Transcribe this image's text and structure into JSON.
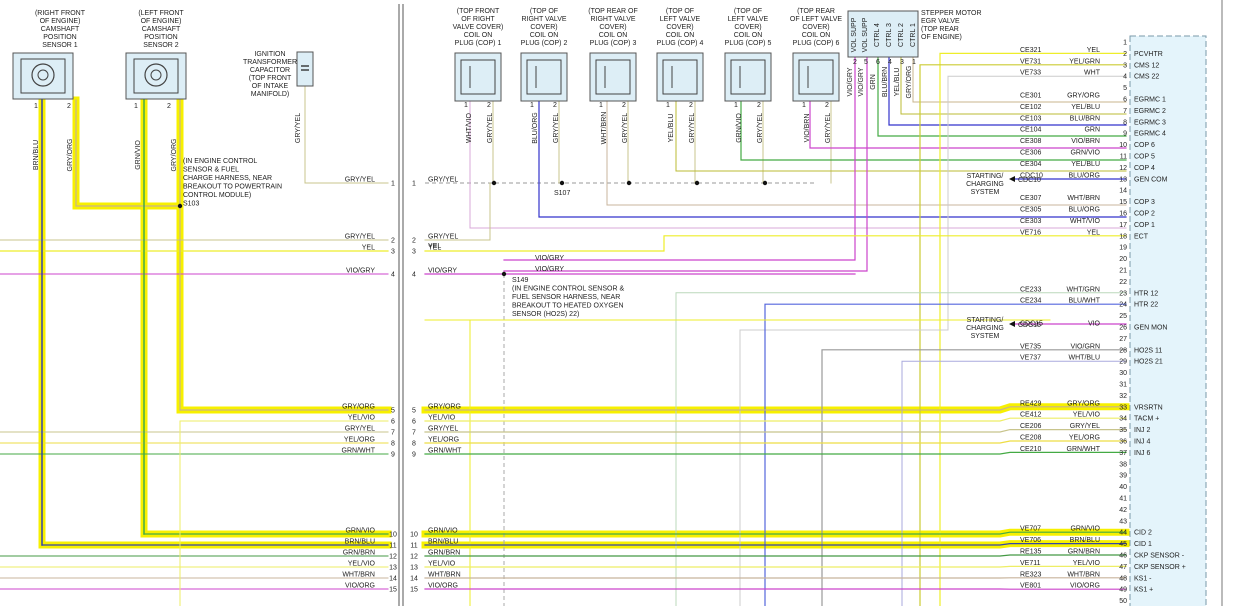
{
  "colors": {
    "YEL": "#eeee2a",
    "GRY/YEL": "#c8c48c",
    "VIO/GRY": "#cc44cc",
    "GRY/ORG": "#c8b48c",
    "YEL/VIO": "#eeee66",
    "YEL/ORG": "#eedd44",
    "GRN/WHT": "#44aa44",
    "GRN/VIO": "#44aa44",
    "BRN/BLU": "#3344aa",
    "GRN/BRN": "#449944",
    "WHT/BRN": "#c8b49c",
    "VIO/ORG": "#cc44cc",
    "WHT/VIO": "#d8a8d8",
    "YEL/GRN": "#cccc33",
    "WHT": "#cccccc",
    "BLU/BRN": "#3333cc",
    "GRN": "#44aa44",
    "VIO/BRN": "#cc44cc",
    "GRN/VIO2": "#66bb66",
    "YEL/BLU": "#bbbb33",
    "WHT/BLU": "#aaaadd",
    "BLU/ORG": "#3333cc",
    "GRN/BLU": "#44aa44",
    "WHT/GRN": "#bbd8bb",
    "BLU/WHT": "#5566dd",
    "VIO": "#cc44cc",
    "highlight": "#f7f000"
  },
  "components": {
    "cmp1": [
      "(RIGHT FRONT",
      "OF ENGINE)",
      "CAMSHAFT",
      "POSITION",
      "SENSOR 1"
    ],
    "cmp2": [
      "(LEFT FRONT",
      "OF ENGINE)",
      "CAMSHAFT",
      "POSITION",
      "SENSOR 2"
    ],
    "capacitor": [
      "IGNITION",
      "TRANSFORMER",
      "CAPACITOR",
      "(TOP FRONT",
      "OF INTAKE",
      "MANIFOLD)"
    ],
    "egr": [
      "STEPPER MOTOR",
      "EGR VALVE",
      "(TOP REAR",
      "OF ENGINE)"
    ],
    "coils": [
      {
        "text": [
          "(TOP FRONT",
          "OF RIGHT",
          "VALVE COVER)",
          "COIL ON",
          "PLUG (COP) 1"
        ],
        "w1": "WHT/VIO",
        "w2": "GRY/YEL"
      },
      {
        "text": [
          "(TOP OF",
          "RIGHT VALVE",
          "COVER)",
          "COIL ON",
          "PLUG (COP) 2"
        ],
        "w1": "BLU/ORG",
        "w2": "GRY/YEL"
      },
      {
        "text": [
          "(TOP REAR OF",
          "RIGHT VALVE",
          "COVER)",
          "COIL ON",
          "PLUG (COP) 3"
        ],
        "w1": "WHT/BRN",
        "w2": "GRY/YEL"
      },
      {
        "text": [
          "(TOP OF",
          "LEFT VALVE",
          "COVER)",
          "COIL ON",
          "PLUG (COP) 4"
        ],
        "w1": "YEL/BLU",
        "w2": "GRY/YEL"
      },
      {
        "text": [
          "(TOP OF",
          "LEFT VALVE",
          "COVER)",
          "COIL ON",
          "PLUG (COP) 5"
        ],
        "w1": "GRN/VIO",
        "w2": "GRY/YEL"
      },
      {
        "text": [
          "(TOP REAR",
          "OF LEFT VALVE",
          "COVER)",
          "COIL ON",
          "PLUG (COP) 6"
        ],
        "w1": "VIO/BRN",
        "w2": "GRY/YEL"
      }
    ],
    "egr_pins": [
      "VOL SUPP",
      "VOL SUPP",
      "CTRL 4",
      "CTRL 3",
      "CTRL 2",
      "CTRL 1"
    ],
    "egr_pin_nums": [
      "2",
      "5",
      "6",
      "4",
      "3",
      "1"
    ],
    "egr_wires": [
      "VIO/GRY",
      "VIO/GRY",
      "GRN",
      "BLU/BRN",
      "YEL/BLU",
      "GRY/ORG"
    ]
  },
  "splices": {
    "s103": [
      "(IN ENGINE CONTROL",
      "SENSOR & FUEL",
      "CHARGE HARNESS, NEAR",
      "BREAKOUT TO POWERTRAIN",
      "CONTROL MODULE)",
      "S103"
    ],
    "s107": "S107",
    "s149": [
      "S149",
      "(IN ENGINE CONTROL SENSOR &",
      "FUEL SENSOR HARNESS, NEAR",
      "BREAKOUT TO HEATED OXYGEN",
      "SENSOR (HO2S) 22)"
    ],
    "sc1": [
      "STARTING/",
      "CHARGING",
      "SYSTEM"
    ],
    "sc1_code": "CDC10",
    "sc2_code": "CDC15"
  },
  "inline": [
    {
      "n": "1",
      "l": "GRY/YEL",
      "r": "GRY/YEL"
    },
    {
      "n": "2",
      "l": "GRY/YEL",
      "r": "GRY/YEL"
    },
    {
      "n": "3",
      "l": "YEL",
      "r": "YEL"
    },
    {
      "n": "4",
      "l": "VIO/GRY",
      "r": "VIO/GRY"
    },
    {
      "n": "5",
      "l": "GRY/ORG",
      "r": "GRY/ORG"
    },
    {
      "n": "6",
      "l": "YEL/VIO",
      "r": "YEL/VIO"
    },
    {
      "n": "7",
      "l": "GRY/YEL",
      "r": "GRY/YEL"
    },
    {
      "n": "8",
      "l": "YEL/ORG",
      "r": "YEL/ORG"
    },
    {
      "n": "9",
      "l": "GRN/WHT",
      "r": "GRN/WHT"
    },
    {
      "n": "10",
      "l": "GRN/VIO",
      "r": "GRN/VIO"
    },
    {
      "n": "11",
      "l": "BRN/BLU",
      "r": "BRN/BLU"
    },
    {
      "n": "12",
      "l": "GRN/BRN",
      "r": "GRN/BRN"
    },
    {
      "n": "13",
      "l": "YEL/VIO",
      "r": "YEL/VIO"
    },
    {
      "n": "14",
      "l": "WHT/BRN",
      "r": "WHT/BRN"
    },
    {
      "n": "15",
      "l": "VIO/ORG",
      "r": "VIO/ORG"
    }
  ],
  "pcm_pins": [
    {
      "n": "1",
      "c": "",
      "w": "",
      "s": ""
    },
    {
      "n": "2",
      "c": "CE321",
      "w": "YEL",
      "s": "PCVHTR"
    },
    {
      "n": "3",
      "c": "VE731",
      "w": "YEL/GRN",
      "s": "CMS 12"
    },
    {
      "n": "4",
      "c": "VE733",
      "w": "WHT",
      "s": "CMS 22"
    },
    {
      "n": "5",
      "c": "",
      "w": "",
      "s": ""
    },
    {
      "n": "6",
      "c": "CE301",
      "w": "GRY/ORG",
      "s": "EGRMC 1"
    },
    {
      "n": "7",
      "c": "CE102",
      "w": "YEL/BLU",
      "s": "EGRMC 2"
    },
    {
      "n": "8",
      "c": "CE103",
      "w": "BLU/BRN",
      "s": "EGRMC 3"
    },
    {
      "n": "9",
      "c": "CE104",
      "w": "GRN",
      "s": "EGRMC 4"
    },
    {
      "n": "10",
      "c": "CE308",
      "w": "VIO/BRN",
      "s": "COP 6"
    },
    {
      "n": "11",
      "c": "CE306",
      "w": "GRN/VIO",
      "s": "COP 5"
    },
    {
      "n": "12",
      "c": "CE304",
      "w": "YEL/BLU",
      "s": "COP 4"
    },
    {
      "n": "13",
      "c": "CDC10",
      "w": "BLU/ORG",
      "s": "GEN COM"
    },
    {
      "n": "14",
      "c": "",
      "w": "",
      "s": ""
    },
    {
      "n": "15",
      "c": "CE307",
      "w": "WHT/BRN",
      "s": "COP 3"
    },
    {
      "n": "16",
      "c": "CE305",
      "w": "BLU/ORG",
      "s": "COP 2"
    },
    {
      "n": "17",
      "c": "CE303",
      "w": "WHT/VIO",
      "s": "COP 1"
    },
    {
      "n": "18",
      "c": "VE716",
      "w": "YEL",
      "s": "ECT"
    },
    {
      "n": "19",
      "c": "",
      "w": "",
      "s": ""
    },
    {
      "n": "20",
      "c": "",
      "w": "",
      "s": ""
    },
    {
      "n": "21",
      "c": "",
      "w": "",
      "s": ""
    },
    {
      "n": "22",
      "c": "",
      "w": "",
      "s": ""
    },
    {
      "n": "23",
      "c": "CE233",
      "w": "WHT/GRN",
      "s": "HTR 12"
    },
    {
      "n": "24",
      "c": "CE234",
      "w": "BLU/WHT",
      "s": "HTR 22"
    },
    {
      "n": "25",
      "c": "",
      "w": "",
      "s": ""
    },
    {
      "n": "26",
      "c": "CDC15",
      "w": "VIO",
      "s": "GEN MON"
    },
    {
      "n": "27",
      "c": "",
      "w": "",
      "s": ""
    },
    {
      "n": "28",
      "c": "VE735",
      "w": "VIO/GRN",
      "s": "HO2S 11"
    },
    {
      "n": "29",
      "c": "VE737",
      "w": "WHT/BLU",
      "s": "HO2S 21"
    },
    {
      "n": "30",
      "c": "",
      "w": "",
      "s": ""
    },
    {
      "n": "31",
      "c": "",
      "w": "",
      "s": ""
    },
    {
      "n": "32",
      "c": "",
      "w": "",
      "s": ""
    },
    {
      "n": "33",
      "c": "RE429",
      "w": "GRY/ORG",
      "s": "VRSRTN"
    },
    {
      "n": "34",
      "c": "CE412",
      "w": "YEL/VIO",
      "s": "TACM +"
    },
    {
      "n": "35",
      "c": "CE206",
      "w": "GRY/YEL",
      "s": "INJ 2"
    },
    {
      "n": "36",
      "c": "CE208",
      "w": "YEL/ORG",
      "s": "INJ 4"
    },
    {
      "n": "37",
      "c": "CE210",
      "w": "GRN/WHT",
      "s": "INJ 6"
    },
    {
      "n": "38",
      "c": "",
      "w": "",
      "s": ""
    },
    {
      "n": "39",
      "c": "",
      "w": "",
      "s": ""
    },
    {
      "n": "40",
      "c": "",
      "w": "",
      "s": ""
    },
    {
      "n": "41",
      "c": "",
      "w": "",
      "s": ""
    },
    {
      "n": "42",
      "c": "",
      "w": "",
      "s": ""
    },
    {
      "n": "43",
      "c": "",
      "w": "",
      "s": ""
    },
    {
      "n": "44",
      "c": "VE707",
      "w": "GRN/VIO",
      "s": "CID 2"
    },
    {
      "n": "45",
      "c": "VE706",
      "w": "BRN/BLU",
      "s": "CID 1"
    },
    {
      "n": "46",
      "c": "RE135",
      "w": "GRN/BRN",
      "s": "CKP SENSOR -"
    },
    {
      "n": "47",
      "c": "VE711",
      "w": "YEL/VIO",
      "s": "CKP SENSOR +"
    },
    {
      "n": "48",
      "c": "RE323",
      "w": "WHT/BRN",
      "s": "KS1 -"
    },
    {
      "n": "49",
      "c": "VE801",
      "w": "VIO/ORG",
      "s": "KS1 +"
    },
    {
      "n": "50",
      "c": "",
      "w": "",
      "s": ""
    }
  ],
  "sensor_pins": {
    "cmp_left": "1",
    "cmp_right": "2"
  },
  "cmp1_wires": [
    "BRN/BLU",
    "GRY/ORG"
  ],
  "cmp2_wires": [
    "GRN/VIO",
    "GRY/ORG"
  ],
  "cap_wire": "GRY/YEL"
}
